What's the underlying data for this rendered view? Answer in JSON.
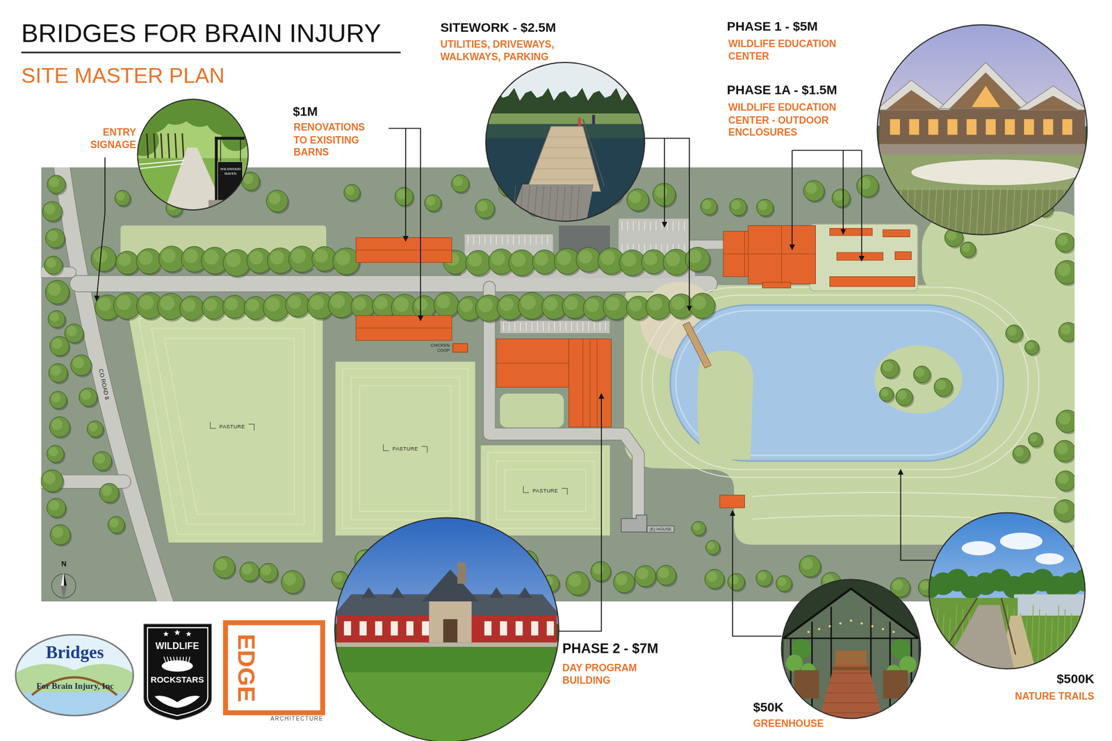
{
  "diagram": {
    "title": "BRIDGES FOR BRAIN INJURY",
    "nodes": [
      {
        "text": [
          "CHICKEN COOP"
        ]
      },
      {
        "text": [
          "PASTURE"
        ]
      },
      {
        "text": [
          "PASTURE"
        ]
      },
      {
        "text": [
          "PASTURE"
        ]
      },
      {
        "text": [
          "(E) HOUSE"
        ]
      }
    ],
    "labels": [
      "SITE MASTER PLAN",
      "SITEWORK - $2.5M",
      "UTILITIES, DRIVEWAYS, WALKWAYS, PARKING",
      "PHASE 1 - $5M",
      "WILDLIFE EDUCATION CENTER",
      "PHASE 1A - $1.5M",
      "WILDLIFE EDUCATION CENTER - OUTDOOR ENCLOSURES",
      "$1M",
      "RENOVATIONS TO EXISITING BARNS",
      "ENTRY SIGNAGE",
      "WILDWOOD HAVEN",
      "CO ROAD 8",
      "N",
      "PHASE 2 - $7M",
      "DAY PROGRAM BUILDING",
      "$500K",
      "NATURE TRAILS",
      "$50K",
      "GREENHOUSE",
      "Bridges",
      "For Brain Injury, Inc",
      "WILDLIFE",
      "ROCKSTARS",
      "EDGE",
      "ARCHITECTURE"
    ]
  }
}
